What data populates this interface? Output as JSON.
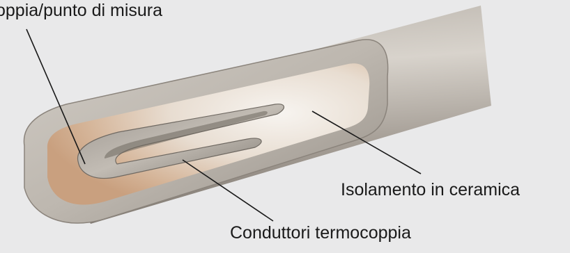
{
  "labels": {
    "junction": "oppia/punto di misura",
    "ceramic_insulation": "Isolamento in ceramica",
    "thermocouple_wires": "Conduttori termocoppia"
  },
  "colors": {
    "background": "#e9e9ea",
    "metal_light": "#cfcac3",
    "metal_dark": "#8e8880",
    "ceramic": "#f2ede6",
    "ceramic_warm": "#d9b79a",
    "leader_line": "#1a1a1a"
  }
}
